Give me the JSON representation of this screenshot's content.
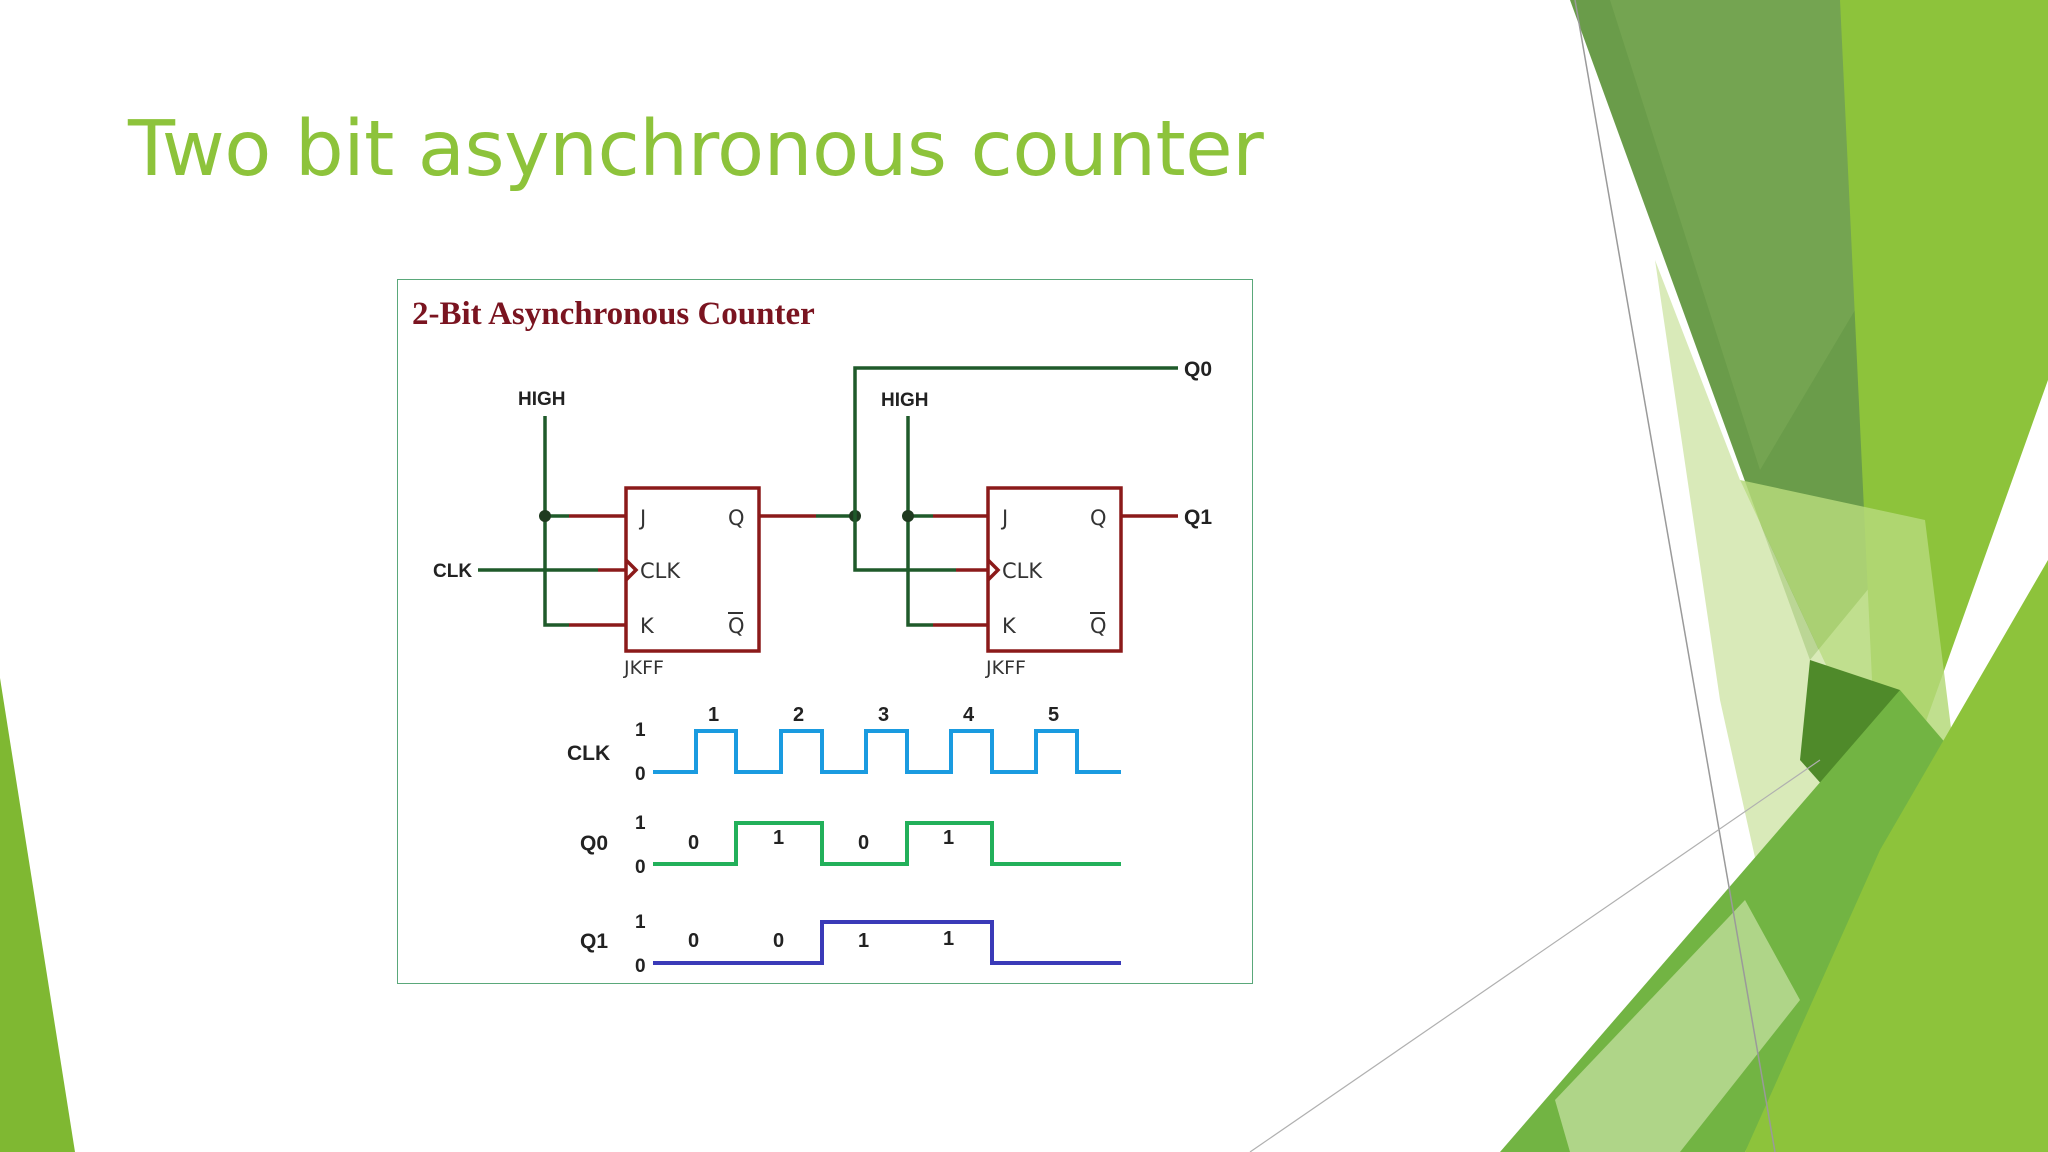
{
  "slide": {
    "title": "Two bit asynchronous counter"
  },
  "figure": {
    "title": "2-Bit Asynchronous Counter",
    "inputs": {
      "high_a": "HIGH",
      "high_b": "HIGH",
      "clk": "CLK"
    },
    "outputs": {
      "q0": "Q0",
      "q1": "Q1"
    },
    "flip_flops": [
      {
        "name": "JKFF",
        "pins": {
          "j": "J",
          "clk": "CLK",
          "k": "K",
          "q": "Q",
          "qbar": "Q"
        }
      },
      {
        "name": "JKFF",
        "pins": {
          "j": "J",
          "clk": "CLK",
          "k": "K",
          "q": "Q",
          "qbar": "Q"
        }
      }
    ],
    "timing": {
      "level_high": "1",
      "level_low": "0",
      "clk": {
        "label": "CLK",
        "pulse_numbers": [
          "1",
          "2",
          "3",
          "4",
          "5"
        ],
        "color": "#1a9be0"
      },
      "q0": {
        "label": "Q0",
        "states": [
          "0",
          "1",
          "0",
          "1"
        ],
        "color": "#22b05a"
      },
      "q1": {
        "label": "Q1",
        "states": [
          "0",
          "0",
          "1",
          "1"
        ],
        "color": "#3a3ab8"
      }
    }
  },
  "colors": {
    "title_green": "#8dc33b",
    "circuit_red": "#8b1a1a",
    "circuit_green": "#1f5a2a",
    "decor_light_green": "#8dc33b",
    "decor_dark_green": "#5e9b3a"
  }
}
